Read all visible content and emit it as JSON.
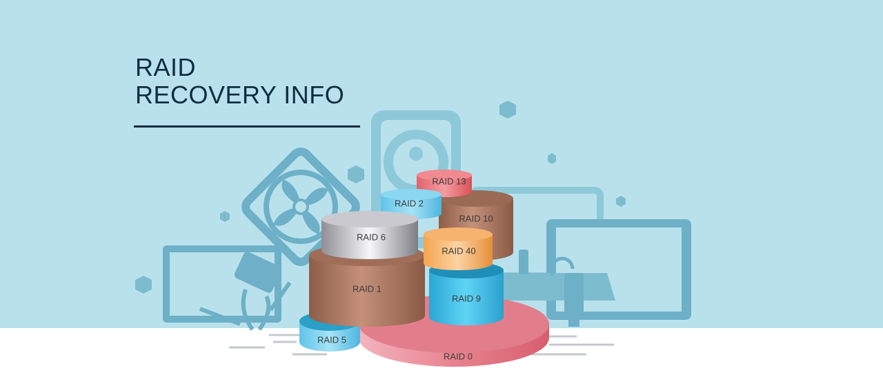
{
  "heading": {
    "line1": "RAID",
    "line2": "RECOVERY INFO"
  },
  "colors": {
    "background": "#b9e1ec",
    "title": "#0f2d3f",
    "device_silhouettes": "#6db0c7",
    "ground": "#ffffff"
  },
  "icons": [
    "hard-drive-icon",
    "cooling-fan-icon",
    "laptop-icon",
    "monitor-icon",
    "usb-cable-icon",
    "vga-connector-icon",
    "usb-flash-drive-icon"
  ],
  "raid_levels": {
    "raid0": "RAID 0",
    "raid1": "RAID 1",
    "raid2": "RAID 2",
    "raid5": "RAID 5",
    "raid6": "RAID 6",
    "raid9": "RAID 9",
    "raid10": "RAID 10",
    "raid13": "RAID 13",
    "raid40": "RAID 40"
  }
}
